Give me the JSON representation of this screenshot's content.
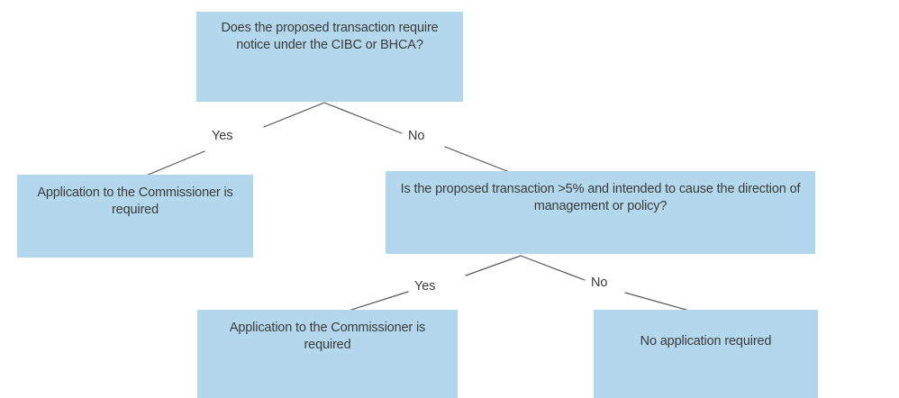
{
  "diagram": {
    "title": "CIBC / BHCA notice decision tree",
    "colors": {
      "node_fill": "#b3d7ec",
      "text": "#3b3b3b",
      "edge_line": "#595959",
      "background": "#ffffff"
    },
    "nodes": [
      {
        "id": "root",
        "kind": "decision",
        "text": "Does the proposed transaction require notice under the CIBC or BHCA?"
      },
      {
        "id": "yes1",
        "kind": "outcome",
        "text": "Application to the Commissioner is required"
      },
      {
        "id": "decision2",
        "kind": "decision",
        "text": "Is the proposed transaction >5% and intended to cause the direction of management or policy?"
      },
      {
        "id": "yes2",
        "kind": "outcome",
        "text": "Application to the Commissioner is required"
      },
      {
        "id": "no2",
        "kind": "outcome",
        "text": "No application required"
      }
    ],
    "edges": [
      {
        "id": "b1-yes",
        "from": "root",
        "to": "yes1",
        "label": "Yes"
      },
      {
        "id": "b1-no",
        "from": "root",
        "to": "decision2",
        "label": "No"
      },
      {
        "id": "b2-yes",
        "from": "decision2",
        "to": "yes2",
        "label": "Yes"
      },
      {
        "id": "b2-no",
        "from": "decision2",
        "to": "no2",
        "label": "No"
      }
    ]
  }
}
